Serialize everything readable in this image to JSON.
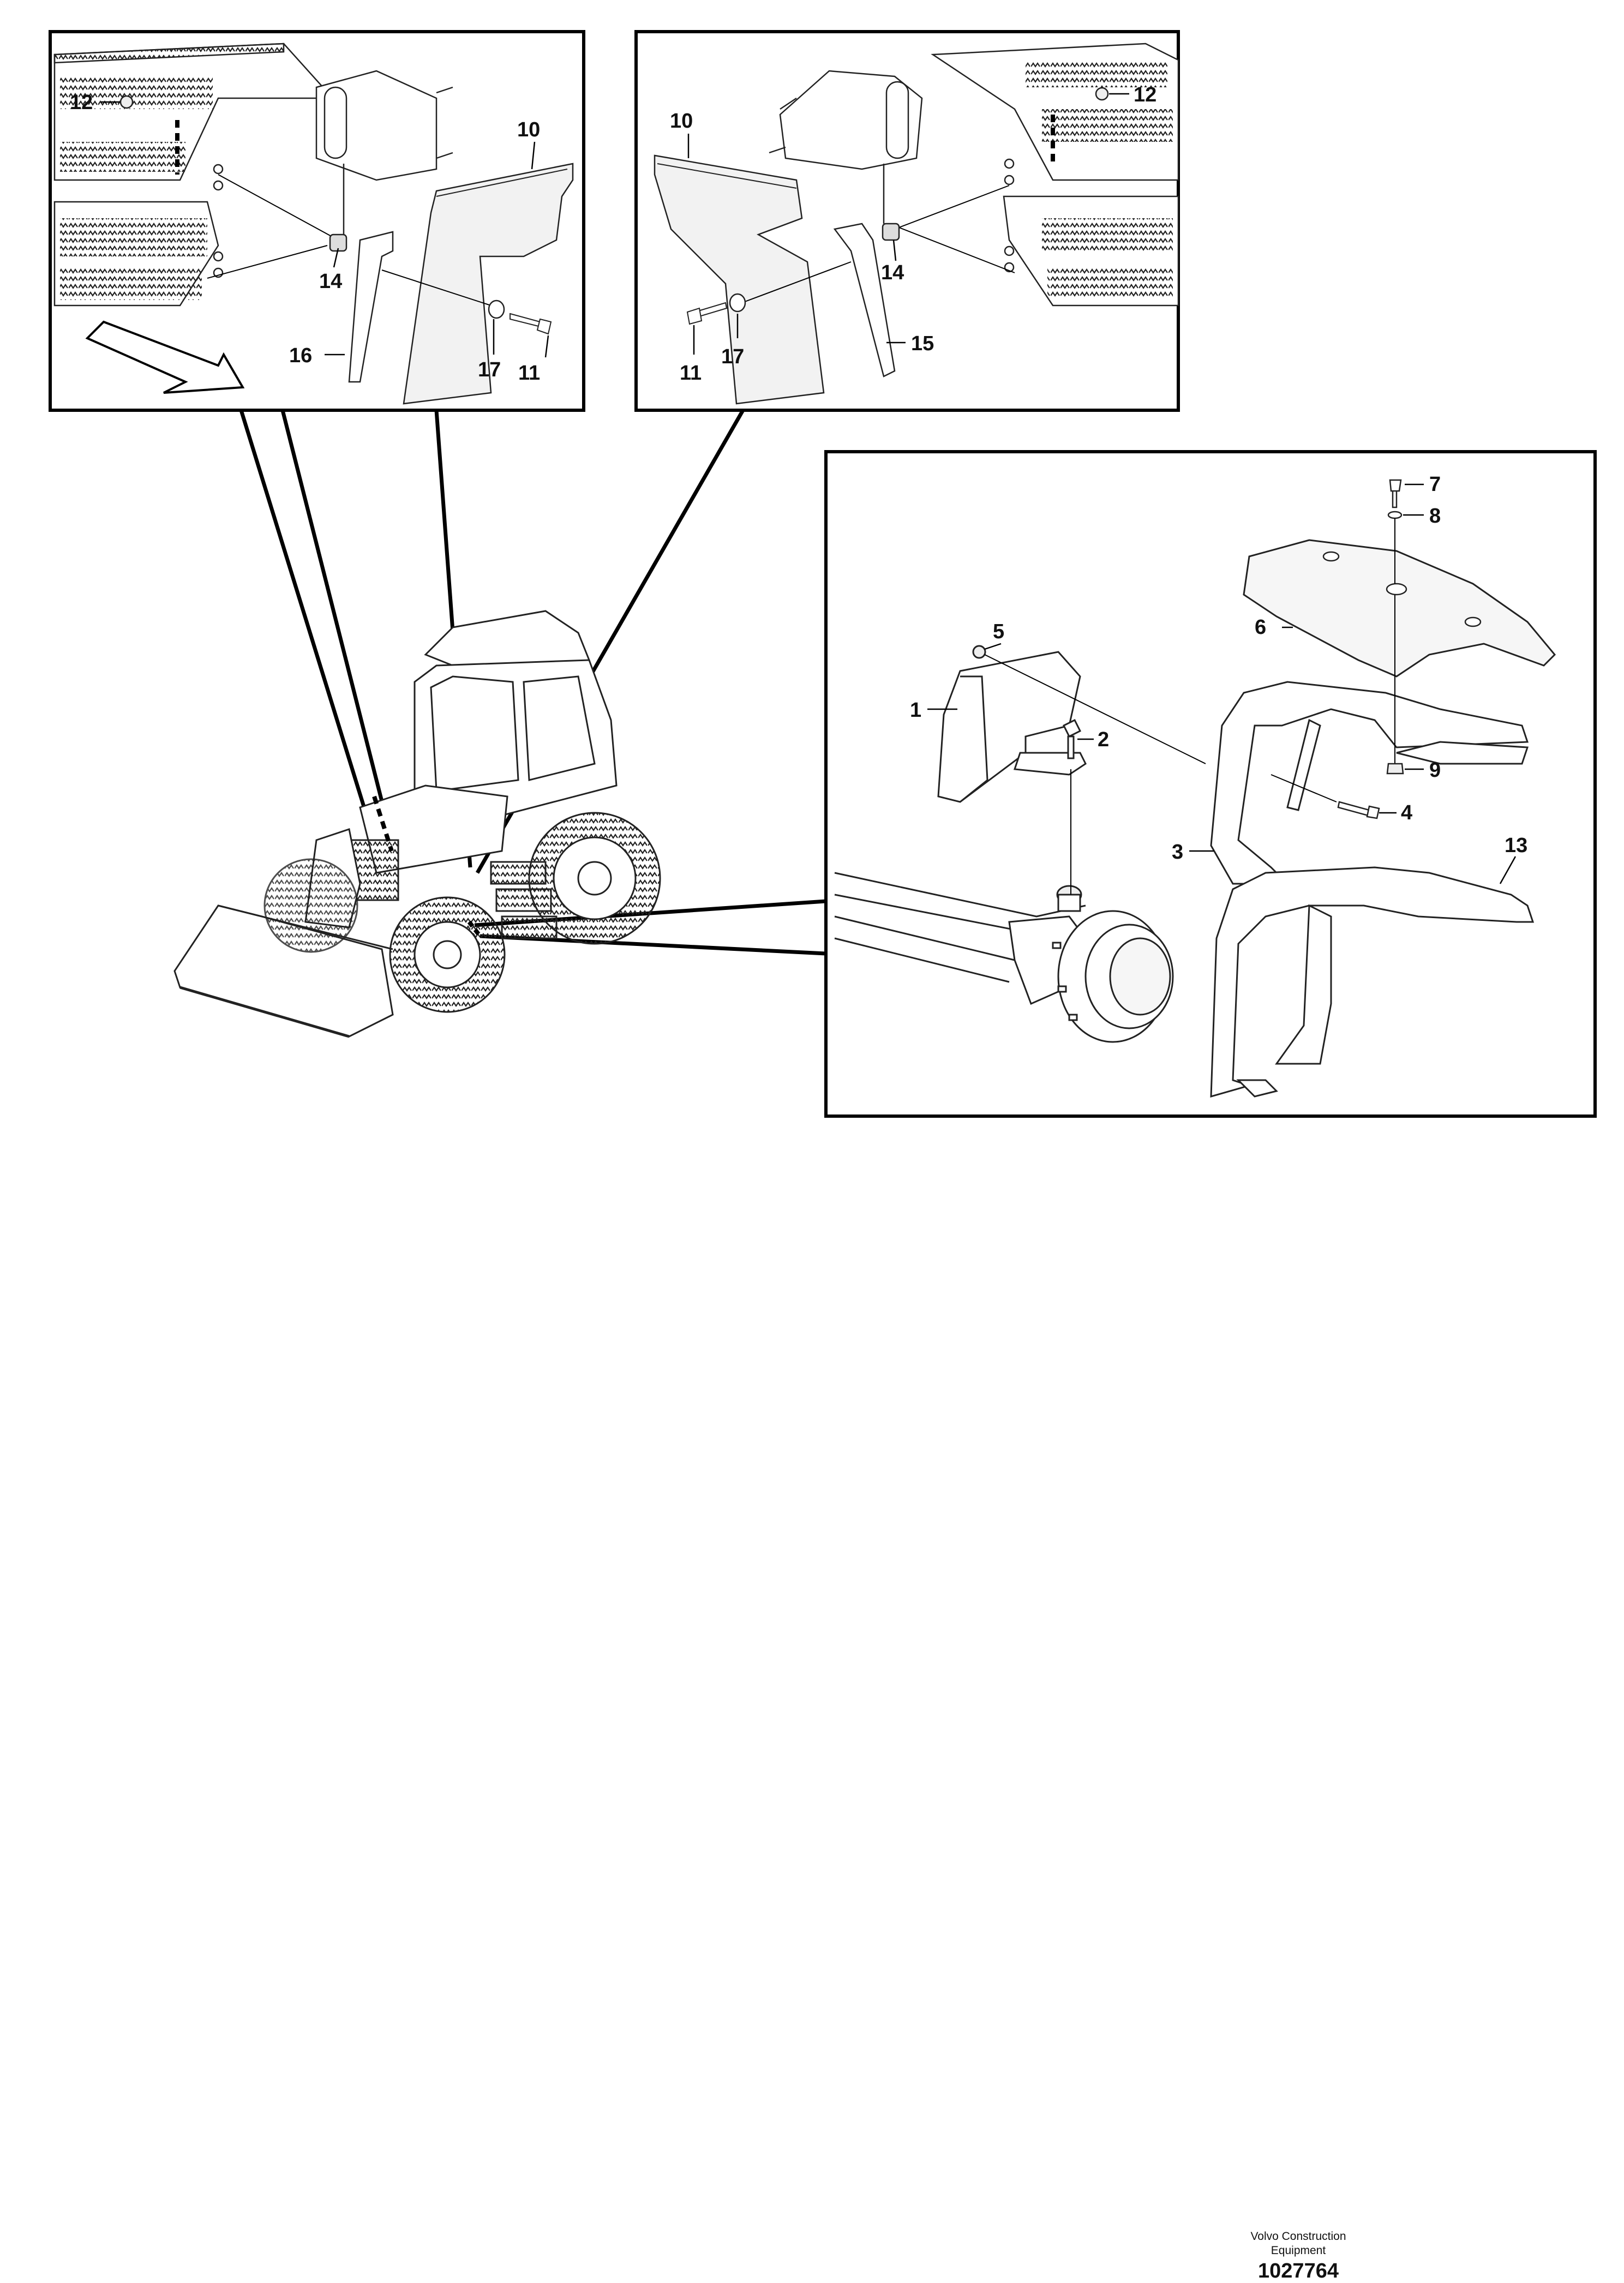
{
  "panels": {
    "top_left": {
      "labels": {
        "bracket_nut": "12",
        "flap": "10",
        "spacer": "14",
        "plate": "16",
        "washer": "17",
        "bolt": "11"
      }
    },
    "top_right": {
      "labels": {
        "bracket_nut": "12",
        "flap": "10",
        "spacer": "14",
        "plate": "15",
        "washer": "17",
        "bolt": "11"
      }
    },
    "lower_right": {
      "labels": {
        "bracket": "1",
        "screw_bracket": "2",
        "frame": "3",
        "screw_frame": "4",
        "nut_bracket": "5",
        "fender": "6",
        "screw_fender": "7",
        "washer_fender": "8",
        "nut_fender": "9",
        "assembly": "13"
      }
    }
  },
  "credit": {
    "line1": "Volvo Construction",
    "line2": "Equipment",
    "number": "1027764"
  }
}
